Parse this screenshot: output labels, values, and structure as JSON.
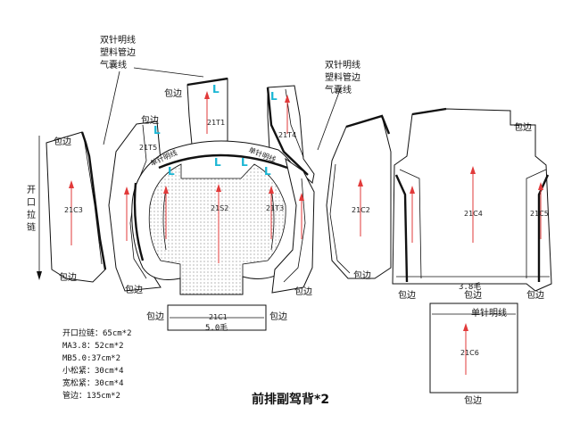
{
  "title": "前排副驾背*2",
  "colors": {
    "grain_arrow": "#e23a3a",
    "l_mark": "#19b6d4",
    "outline": "#111111"
  },
  "annotations": {
    "left_note": [
      "双针明线",
      "塑料管边",
      "气囊线"
    ],
    "right_note": [
      "双针明线",
      "塑料管边",
      "气囊线"
    ],
    "opening_zipper": [
      "开",
      "口",
      "拉",
      "链"
    ],
    "single_needle": "单针明线",
    "arc_left": "单针明线",
    "arc_right": "单针明线",
    "bottom_center_dim": "5.0毛",
    "bottom_right_dim": "3.8毛"
  },
  "edge_labels": {
    "t1_left": "包边",
    "t5_top": "包边",
    "c3_top": "包边",
    "c3_bottom": "包边",
    "t5_bottom": "包边",
    "c1_left": "包边",
    "c1_right": "包边",
    "t3_bottom": "包边",
    "c2_bottom": "包边",
    "c4_top": "包边",
    "c4_bl": "包边",
    "c4_bc": "包边",
    "c4_br": "包边",
    "c6_bottom": "包边"
  },
  "pieces": {
    "t1": "21T1",
    "t4": "21T4",
    "t5": "21T5",
    "c3": "21C3",
    "s2": "21S2",
    "t3": "21T3",
    "c2": "21C2",
    "c4": "21C4",
    "c5": "21C5",
    "c1": "21C1",
    "c6": "21C6"
  },
  "l_marks": [
    "L",
    "L",
    "L",
    "L",
    "L",
    "L",
    "L"
  ],
  "specs": [
    "开口拉链：65cm*2",
    "MA3.8：52cm*2",
    "MB5.0:37cm*2",
    "小松紧：30cm*4",
    "宽松紧：30cm*4",
    "管边：135cm*2"
  ]
}
